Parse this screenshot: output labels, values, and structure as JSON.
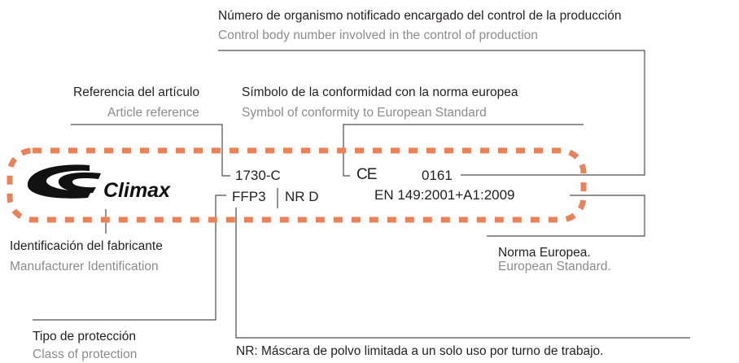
{
  "colors": {
    "dashed_border": "#e8825a",
    "text_primary": "#231f20",
    "text_secondary": "#8c8c8c",
    "lines": "#4d4d4d"
  },
  "labels": {
    "control_body": {
      "es": "Número de organismo notificado encargado del control de la producción",
      "en": "Control body number involved in the control of production"
    },
    "article_reference": {
      "es": "Referencia del artículo",
      "en": "Article reference"
    },
    "conformity_symbol": {
      "es": "Símbolo de la conformidad con la norma europea",
      "en": "Symbol of conformity to European Standard"
    },
    "manufacturer": {
      "es": "Identificación del fabricante",
      "en": "Manufacturer Identification"
    },
    "european_standard": {
      "es": "Norma Europea.",
      "en": "European Standard."
    },
    "protection_type": {
      "es": "Tipo de protección",
      "en": "Class of protection"
    },
    "nr_note": "NR: Máscara de polvo limitada a un solo uso por turno de trabajo."
  },
  "marking": {
    "logo_text": "Climax",
    "article": "1730-C",
    "ce_mark": "CE",
    "control_number": "0161",
    "protection_class": "FFP3",
    "nr": "NR D",
    "standard": "EN 149:2001+A1:2009"
  }
}
